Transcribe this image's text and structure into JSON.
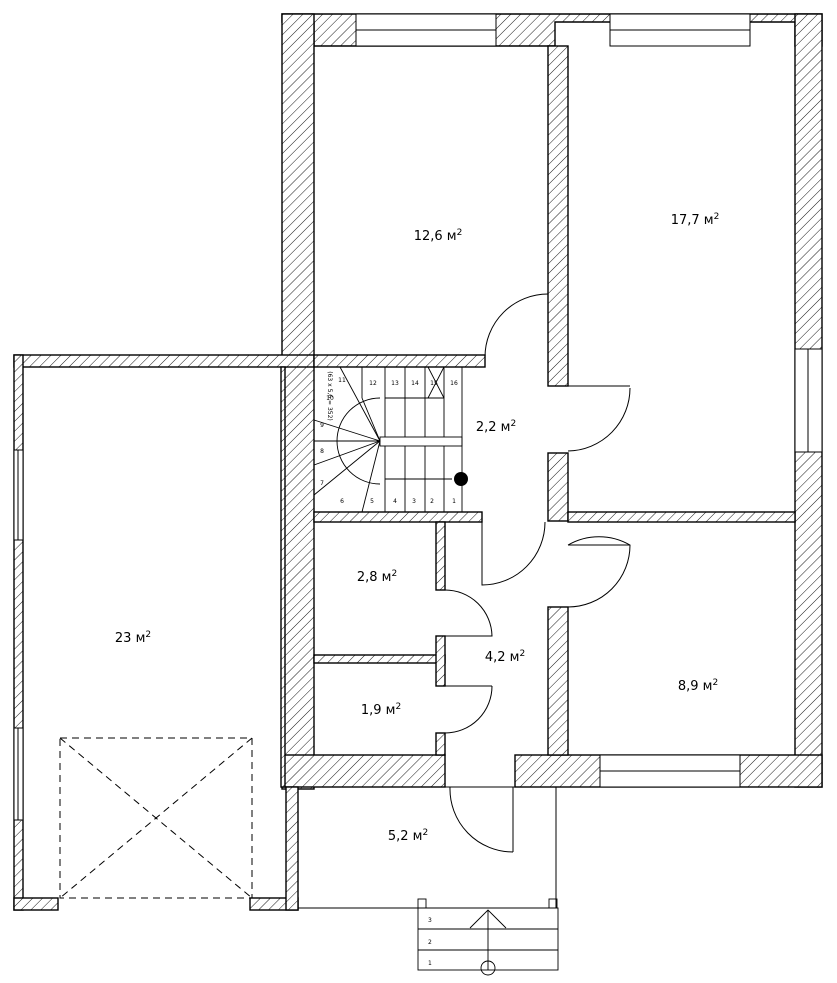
{
  "rooms": [
    {
      "id": "room-bedroom-nw",
      "area": "12,6",
      "unit": "м",
      "exp": "2"
    },
    {
      "id": "room-bedroom-ne",
      "area": "17,7",
      "unit": "м",
      "exp": "2"
    },
    {
      "id": "room-hall-upper",
      "area": "2,2",
      "unit": "м",
      "exp": "2"
    },
    {
      "id": "room-garage",
      "area": "23",
      "unit": "м",
      "exp": "2"
    },
    {
      "id": "room-bathroom",
      "area": "2,8",
      "unit": "м",
      "exp": "2"
    },
    {
      "id": "room-corridor",
      "area": "4,2",
      "unit": "м",
      "exp": "2"
    },
    {
      "id": "room-wc",
      "area": "1,9",
      "unit": "м",
      "exp": "2"
    },
    {
      "id": "room-bedroom-se",
      "area": "8,9",
      "unit": "м",
      "exp": "2"
    },
    {
      "id": "room-porch",
      "area": "5,2",
      "unit": "м",
      "exp": "2"
    }
  ],
  "stair_steps": [
    "1",
    "2",
    "3",
    "4",
    "5",
    "6",
    "7",
    "8",
    "9",
    "10",
    "11",
    "12",
    "13",
    "14",
    "15",
    "16"
  ],
  "stair_note": "(63 x 5,6 = 352)",
  "entry_steps": [
    "1",
    "2",
    "3"
  ]
}
